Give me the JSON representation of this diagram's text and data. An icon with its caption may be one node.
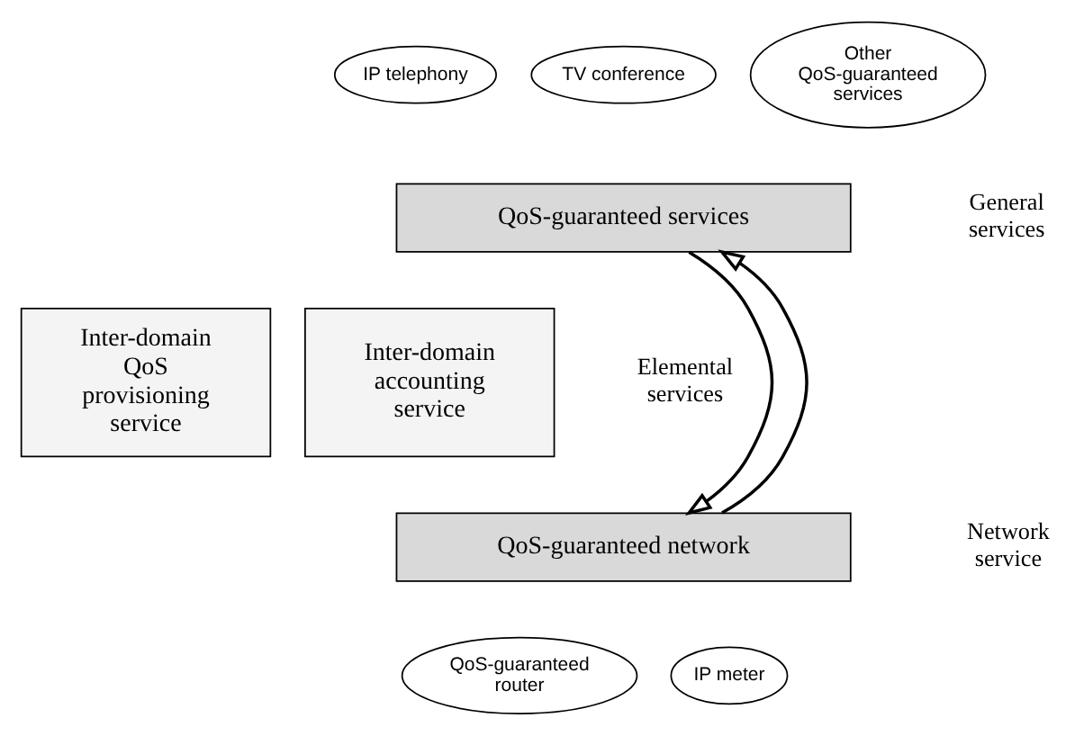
{
  "diagram": {
    "nodes": [
      {
        "text": [
          "QoS-guaranteed services"
        ]
      },
      {
        "text": [
          "IP telephony"
        ]
      },
      {
        "text": [
          "TV conference"
        ]
      },
      {
        "text": [
          "Other QoS-guaranteed services"
        ]
      },
      {
        "text": [
          "Inter-domain QoS provisioning service"
        ]
      },
      {
        "text": [
          "Inter-domain accounting service"
        ]
      },
      {
        "text": [
          "QoS-guaranteed network"
        ]
      },
      {
        "text": [
          "QoS-guaranteed router"
        ]
      },
      {
        "text": [
          "IP meter"
        ]
      }
    ],
    "edges": [
      {
        "from": 0,
        "to": 6,
        "arrow": "to"
      },
      {
        "from": 6,
        "to": 0,
        "arrow": "to"
      }
    ],
    "labels": [
      "General services",
      "Elemental services",
      "Network service"
    ]
  }
}
